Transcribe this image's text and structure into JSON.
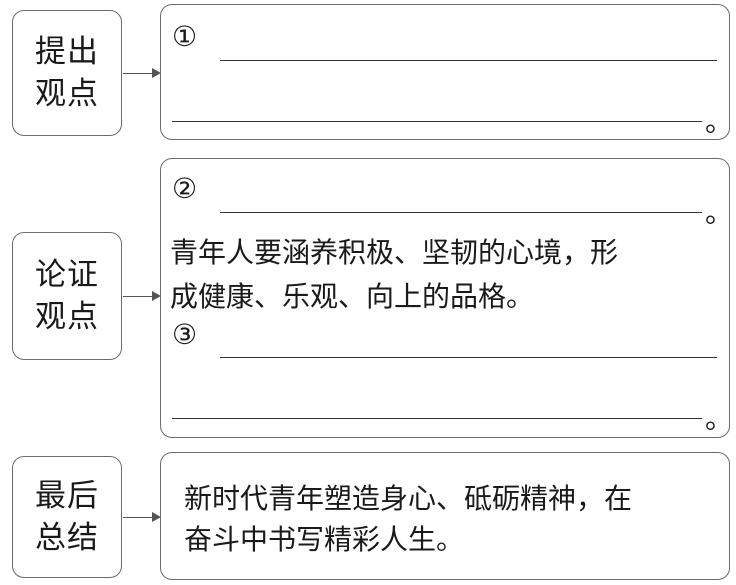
{
  "left_labels": [
    {
      "line1": "提出",
      "line2": "观点"
    },
    {
      "line1": "论证",
      "line2": "观点"
    },
    {
      "line1": "最后",
      "line2": "总结"
    }
  ],
  "box1": {
    "marker": "①",
    "end_mark": "。"
  },
  "box2": {
    "marker2": "②",
    "end_mark2": "。",
    "text_line1": "青年人要涵养积极、坚韧的心境，形",
    "text_line2": "成健康、乐观、向上的品格。",
    "marker3": "③",
    "end_mark3": "。"
  },
  "box3": {
    "text_line1": "新时代青年塑造身心、砥砺精神，在",
    "text_line2": "奋斗中书写精彩人生。"
  }
}
